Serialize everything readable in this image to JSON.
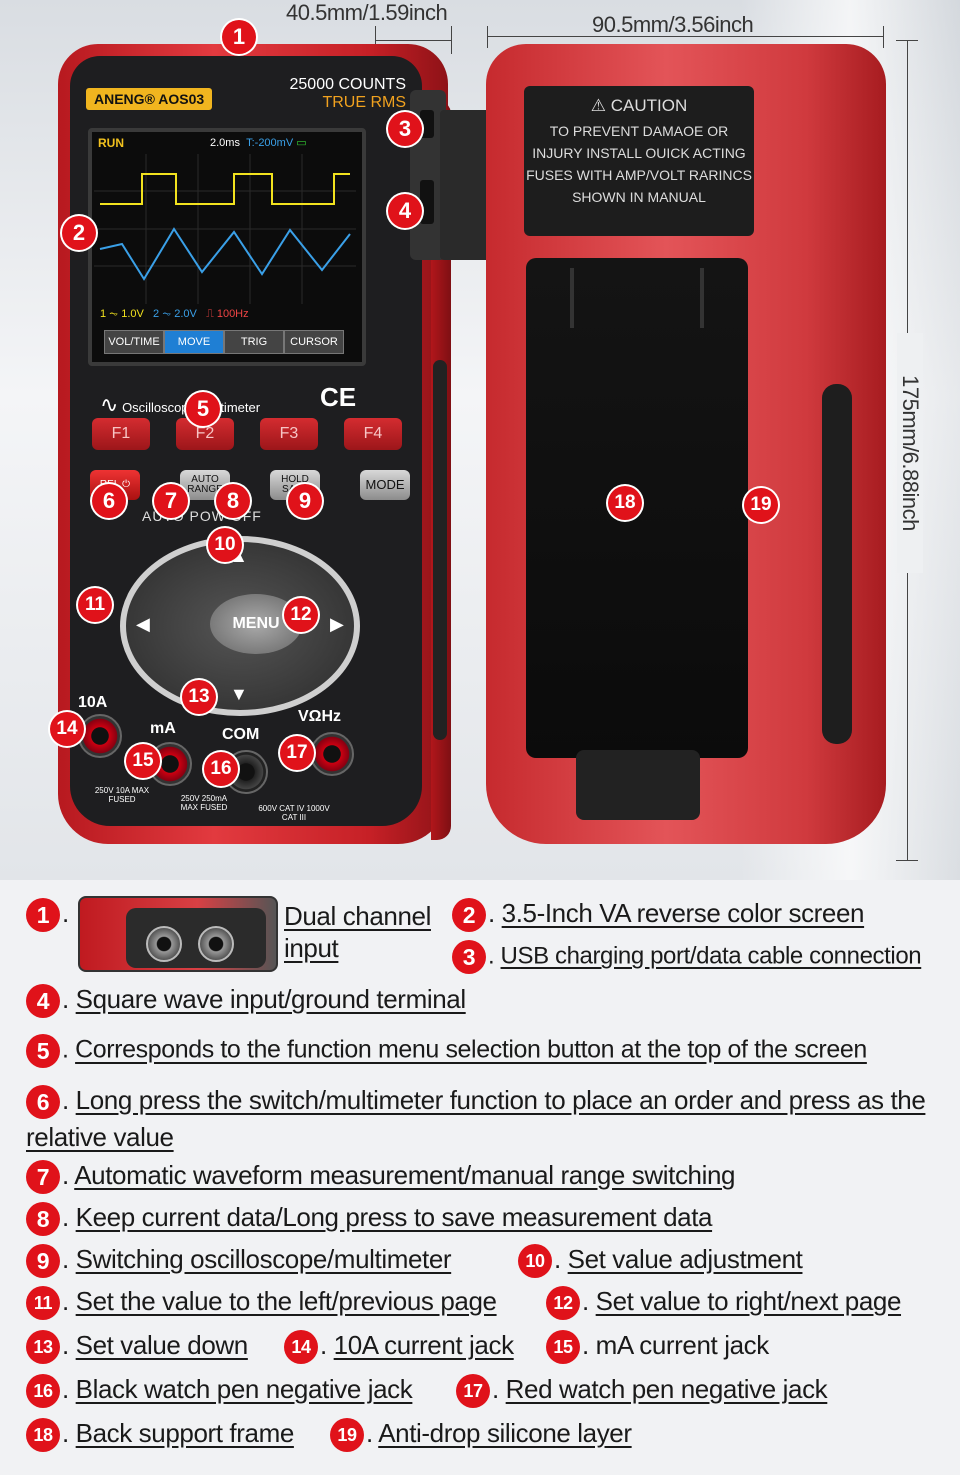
{
  "dimensions": {
    "depth": "40.5mm/1.59inch",
    "width": "90.5mm/3.56inch",
    "height": "175mm/6.88inch"
  },
  "device": {
    "brand": "ANENG",
    "model": "AOS03",
    "counts": "25000 COUNTS",
    "true_rms": "TRUE RMS",
    "screen": {
      "run": "RUN",
      "timebase": "2.0ms",
      "trigger": "T:-200mV",
      "ch1": "1.0V",
      "ch2": "2.0V",
      "freq": "100Hz"
    },
    "menu_tabs": [
      "VOL/TIME",
      "MOVE",
      "TRIG",
      "CURSOR"
    ],
    "subtitle": "Oscilloscope Multimeter",
    "ce_mark": "CE",
    "fkeys": [
      "F1",
      "F2",
      "F3",
      "F4"
    ],
    "buttons": [
      "REL",
      "AUTO RANGE",
      "HOLD SAVE",
      "MODE"
    ],
    "auto_pow_off": "AUTO POW OFF",
    "menu_button": "MENU",
    "jacks": {
      "j10a": "10A",
      "ma": "mA",
      "com": "COM",
      "vohz": "VΩHz"
    },
    "warnings": {
      "w1": "250V 10A MAX FUSED",
      "w2": "250V 250mA MAX FUSED",
      "w3": "600V CAT IV 1000V CAT III"
    },
    "caution": {
      "title": "CAUTION",
      "text": "TO PREVENT DAMAOE OR INJURY INSTALL OUICK ACTING FUSES WITH AMP/VOLT RARINCS SHOWN IN MANUAL"
    }
  },
  "callouts": [
    "1",
    "2",
    "3",
    "4",
    "5",
    "6",
    "7",
    "8",
    "9",
    "10",
    "11",
    "12",
    "13",
    "14",
    "15",
    "16",
    "17",
    "18",
    "19"
  ],
  "legend": [
    {
      "n": "1",
      "text": "Dual channel input"
    },
    {
      "n": "2",
      "text": "3.5-Inch VA reverse color screen"
    },
    {
      "n": "3",
      "text": "USB charging port/data cable connection"
    },
    {
      "n": "4",
      "text": "Square wave input/ground terminal"
    },
    {
      "n": "5",
      "text": "Corresponds to the function menu selection button at the top of the screen"
    },
    {
      "n": "6",
      "text": "Long press the switch/multimeter function to place an order and press as the relative value"
    },
    {
      "n": "7",
      "text": "Automatic waveform measurement/manual range switching"
    },
    {
      "n": "8",
      "text": "Keep current data/Long press to save measurement data"
    },
    {
      "n": "9",
      "text": "Switching oscilloscope/multimeter"
    },
    {
      "n": "10",
      "text": "Set value adjustment"
    },
    {
      "n": "11",
      "text": "Set the value to the left/previous page"
    },
    {
      "n": "12",
      "text": "Set value to right/next page"
    },
    {
      "n": "13",
      "text": "Set value down"
    },
    {
      "n": "14",
      "text": "10A current jack"
    },
    {
      "n": "15",
      "text": "mA current jack"
    },
    {
      "n": "16",
      "text": "Black watch pen negative jack"
    },
    {
      "n": "17",
      "text": "Red watch pen negative jack"
    },
    {
      "n": "18",
      "text": "Back support frame"
    },
    {
      "n": "19",
      "text": "Anti-drop silicone layer"
    }
  ],
  "colors": {
    "accent": "#e0121a",
    "body_red": "#d03a3e",
    "screen_yellow": "#f2e21e",
    "screen_blue": "#3aa0e8"
  }
}
